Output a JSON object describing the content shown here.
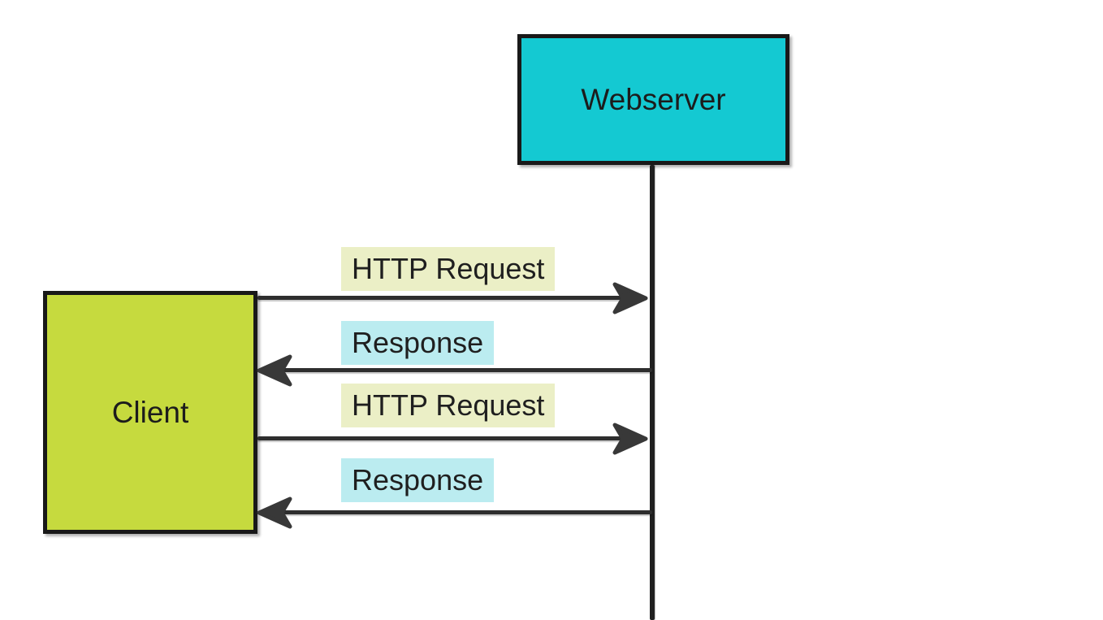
{
  "diagram": {
    "background": "#ffffff",
    "border_color": "#191919",
    "line_color": "#2e2e2e",
    "arrow_color": "#383838",
    "text_color": "#1f1f1f",
    "nodes": {
      "webserver": {
        "label": "Webserver",
        "fill": "#14c9d2"
      },
      "client": {
        "label": "Client",
        "fill": "#c6da3e"
      }
    },
    "messages": [
      {
        "label": "HTTP Request",
        "direction": "right",
        "highlight": "#ebefc6"
      },
      {
        "label": "Response",
        "direction": "left",
        "highlight": "#bbecf0"
      },
      {
        "label": "HTTP Request",
        "direction": "right",
        "highlight": "#ebefc6"
      },
      {
        "label": "Response",
        "direction": "left",
        "highlight": "#bbecf0"
      }
    ]
  }
}
